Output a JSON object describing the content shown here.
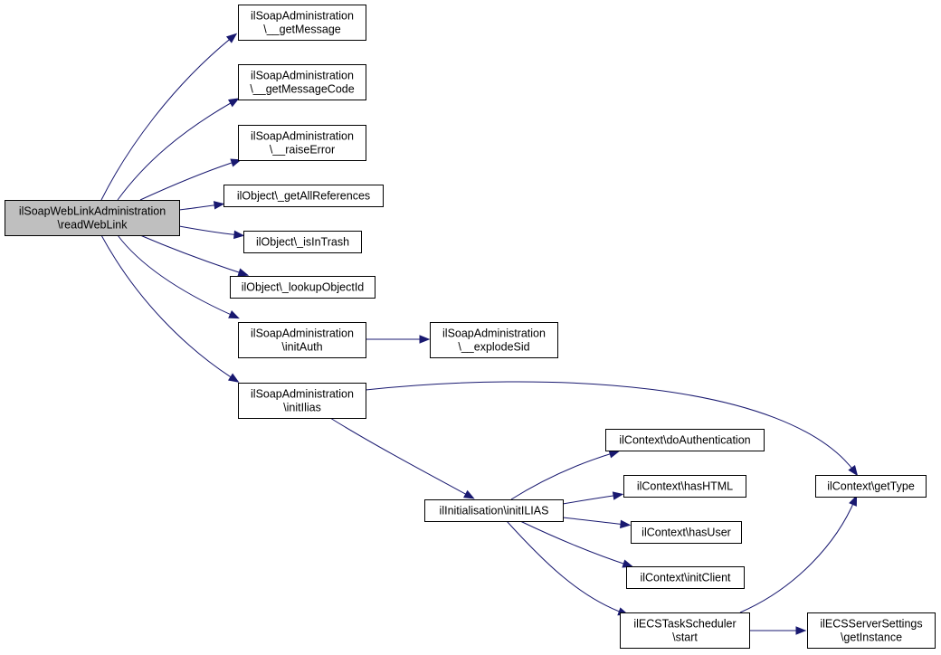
{
  "colors": {
    "edge": "#191970",
    "root_fill": "#bfbfbf",
    "node_fill": "#ffffff",
    "border": "#000000"
  },
  "nodes": [
    {
      "id": "root",
      "lines": [
        "ilSoapWebLinkAdministration",
        "\\readWebLink"
      ],
      "highlight": true
    },
    {
      "id": "getMessage",
      "lines": [
        "ilSoapAdministration",
        "\\__getMessage"
      ]
    },
    {
      "id": "getMessageCode",
      "lines": [
        "ilSoapAdministration",
        "\\__getMessageCode"
      ]
    },
    {
      "id": "raiseError",
      "lines": [
        "ilSoapAdministration",
        "\\__raiseError"
      ]
    },
    {
      "id": "getAllReferences",
      "lines": [
        "ilObject\\_getAllReferences"
      ]
    },
    {
      "id": "isInTrash",
      "lines": [
        "ilObject\\_isInTrash"
      ]
    },
    {
      "id": "lookupObjectId",
      "lines": [
        "ilObject\\_lookupObjectId"
      ]
    },
    {
      "id": "initAuth",
      "lines": [
        "ilSoapAdministration",
        "\\initAuth"
      ]
    },
    {
      "id": "explodeSid",
      "lines": [
        "ilSoapAdministration",
        "\\__explodeSid"
      ]
    },
    {
      "id": "initIlias",
      "lines": [
        "ilSoapAdministration",
        "\\initIlias"
      ]
    },
    {
      "id": "initILIAS2",
      "lines": [
        "ilInitialisation\\initILIAS"
      ]
    },
    {
      "id": "doAuth",
      "lines": [
        "ilContext\\doAuthentication"
      ]
    },
    {
      "id": "hasHTML",
      "lines": [
        "ilContext\\hasHTML"
      ]
    },
    {
      "id": "hasUser",
      "lines": [
        "ilContext\\hasUser"
      ]
    },
    {
      "id": "initClient",
      "lines": [
        "ilContext\\initClient"
      ]
    },
    {
      "id": "getType",
      "lines": [
        "ilContext\\getType"
      ]
    },
    {
      "id": "ecsStart",
      "lines": [
        "ilECSTaskScheduler",
        "\\start"
      ]
    },
    {
      "id": "ecsInstance",
      "lines": [
        "ilECSServerSettings",
        "\\getInstance"
      ]
    }
  ],
  "edges": [
    {
      "from": "root",
      "to": "getMessage"
    },
    {
      "from": "root",
      "to": "getMessageCode"
    },
    {
      "from": "root",
      "to": "raiseError"
    },
    {
      "from": "root",
      "to": "getAllReferences"
    },
    {
      "from": "root",
      "to": "isInTrash"
    },
    {
      "from": "root",
      "to": "lookupObjectId"
    },
    {
      "from": "root",
      "to": "initAuth"
    },
    {
      "from": "root",
      "to": "initIlias"
    },
    {
      "from": "initAuth",
      "to": "explodeSid"
    },
    {
      "from": "initIlias",
      "to": "getType"
    },
    {
      "from": "initIlias",
      "to": "initILIAS2"
    },
    {
      "from": "initILIAS2",
      "to": "doAuth"
    },
    {
      "from": "initILIAS2",
      "to": "hasHTML"
    },
    {
      "from": "initILIAS2",
      "to": "hasUser"
    },
    {
      "from": "initILIAS2",
      "to": "initClient"
    },
    {
      "from": "initILIAS2",
      "to": "ecsStart"
    },
    {
      "from": "ecsStart",
      "to": "getType"
    },
    {
      "from": "ecsStart",
      "to": "ecsInstance"
    }
  ]
}
